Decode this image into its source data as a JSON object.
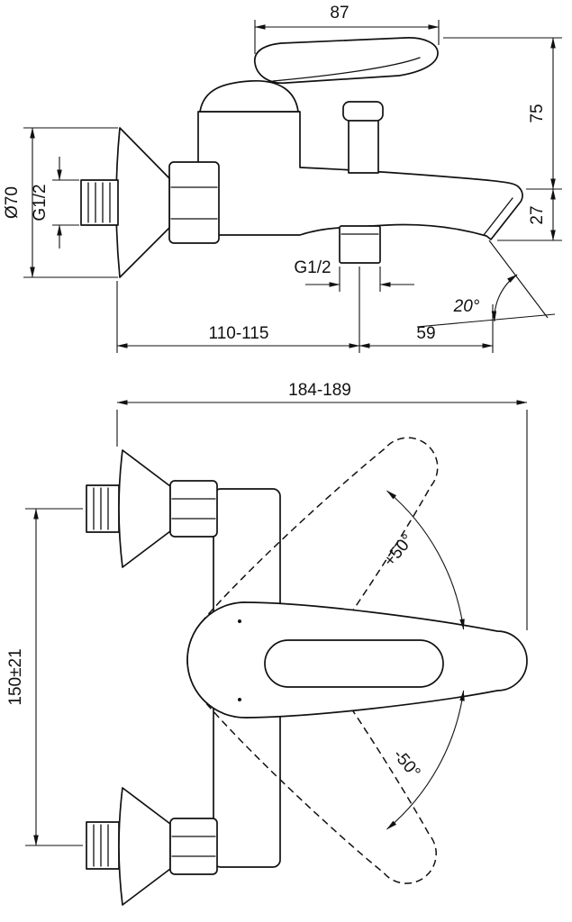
{
  "meta": {
    "background": "#ffffff",
    "line_color": "#111111",
    "drawing_type": "bath-shower mixer dimensional drawing"
  },
  "side_view": {
    "lever_projection": "87",
    "height_above_outlet": "75",
    "escutcheon_diameter": "Ø70",
    "inlet_thread": "G1/2",
    "outlet_thread": "G1/2",
    "spout_drop": "27",
    "wall_to_outlet": "110-115",
    "outlet_to_tip": "59",
    "outlet_angle": "20°"
  },
  "front_view": {
    "overall_projection": "184-189",
    "centre_distance": "150±21",
    "swing_up": "+50°",
    "swing_down": "-50°"
  }
}
